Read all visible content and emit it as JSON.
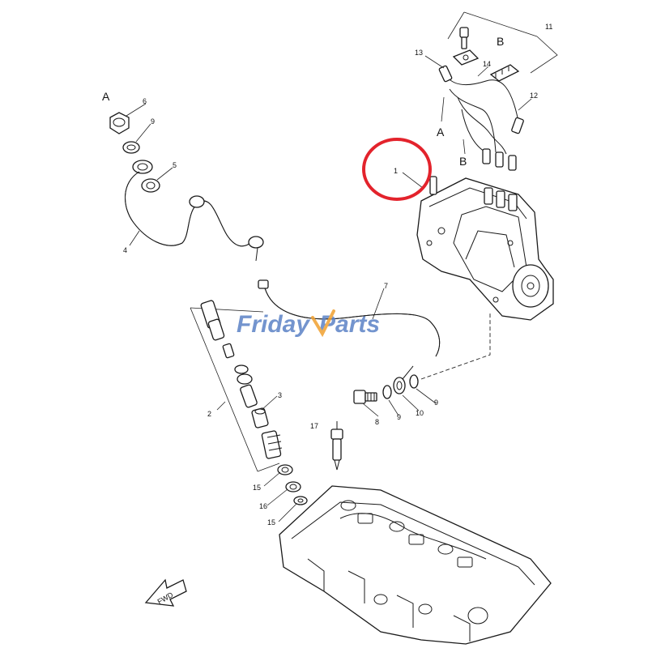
{
  "diagram": {
    "callouts": [
      "1",
      "2",
      "3",
      "4",
      "5",
      "6",
      "7",
      "8",
      "9",
      "10",
      "11",
      "12",
      "13",
      "14",
      "15",
      "16",
      "17"
    ],
    "letters": [
      "A",
      "B"
    ],
    "fwd_label": "FWD",
    "highlight_color": "#e3232c",
    "line_color": "#1a1a1a"
  },
  "watermark": {
    "part1": "Friday",
    "part2": "Parts",
    "primary_color": "#5b82c6",
    "accent_color": "#f0a030"
  }
}
